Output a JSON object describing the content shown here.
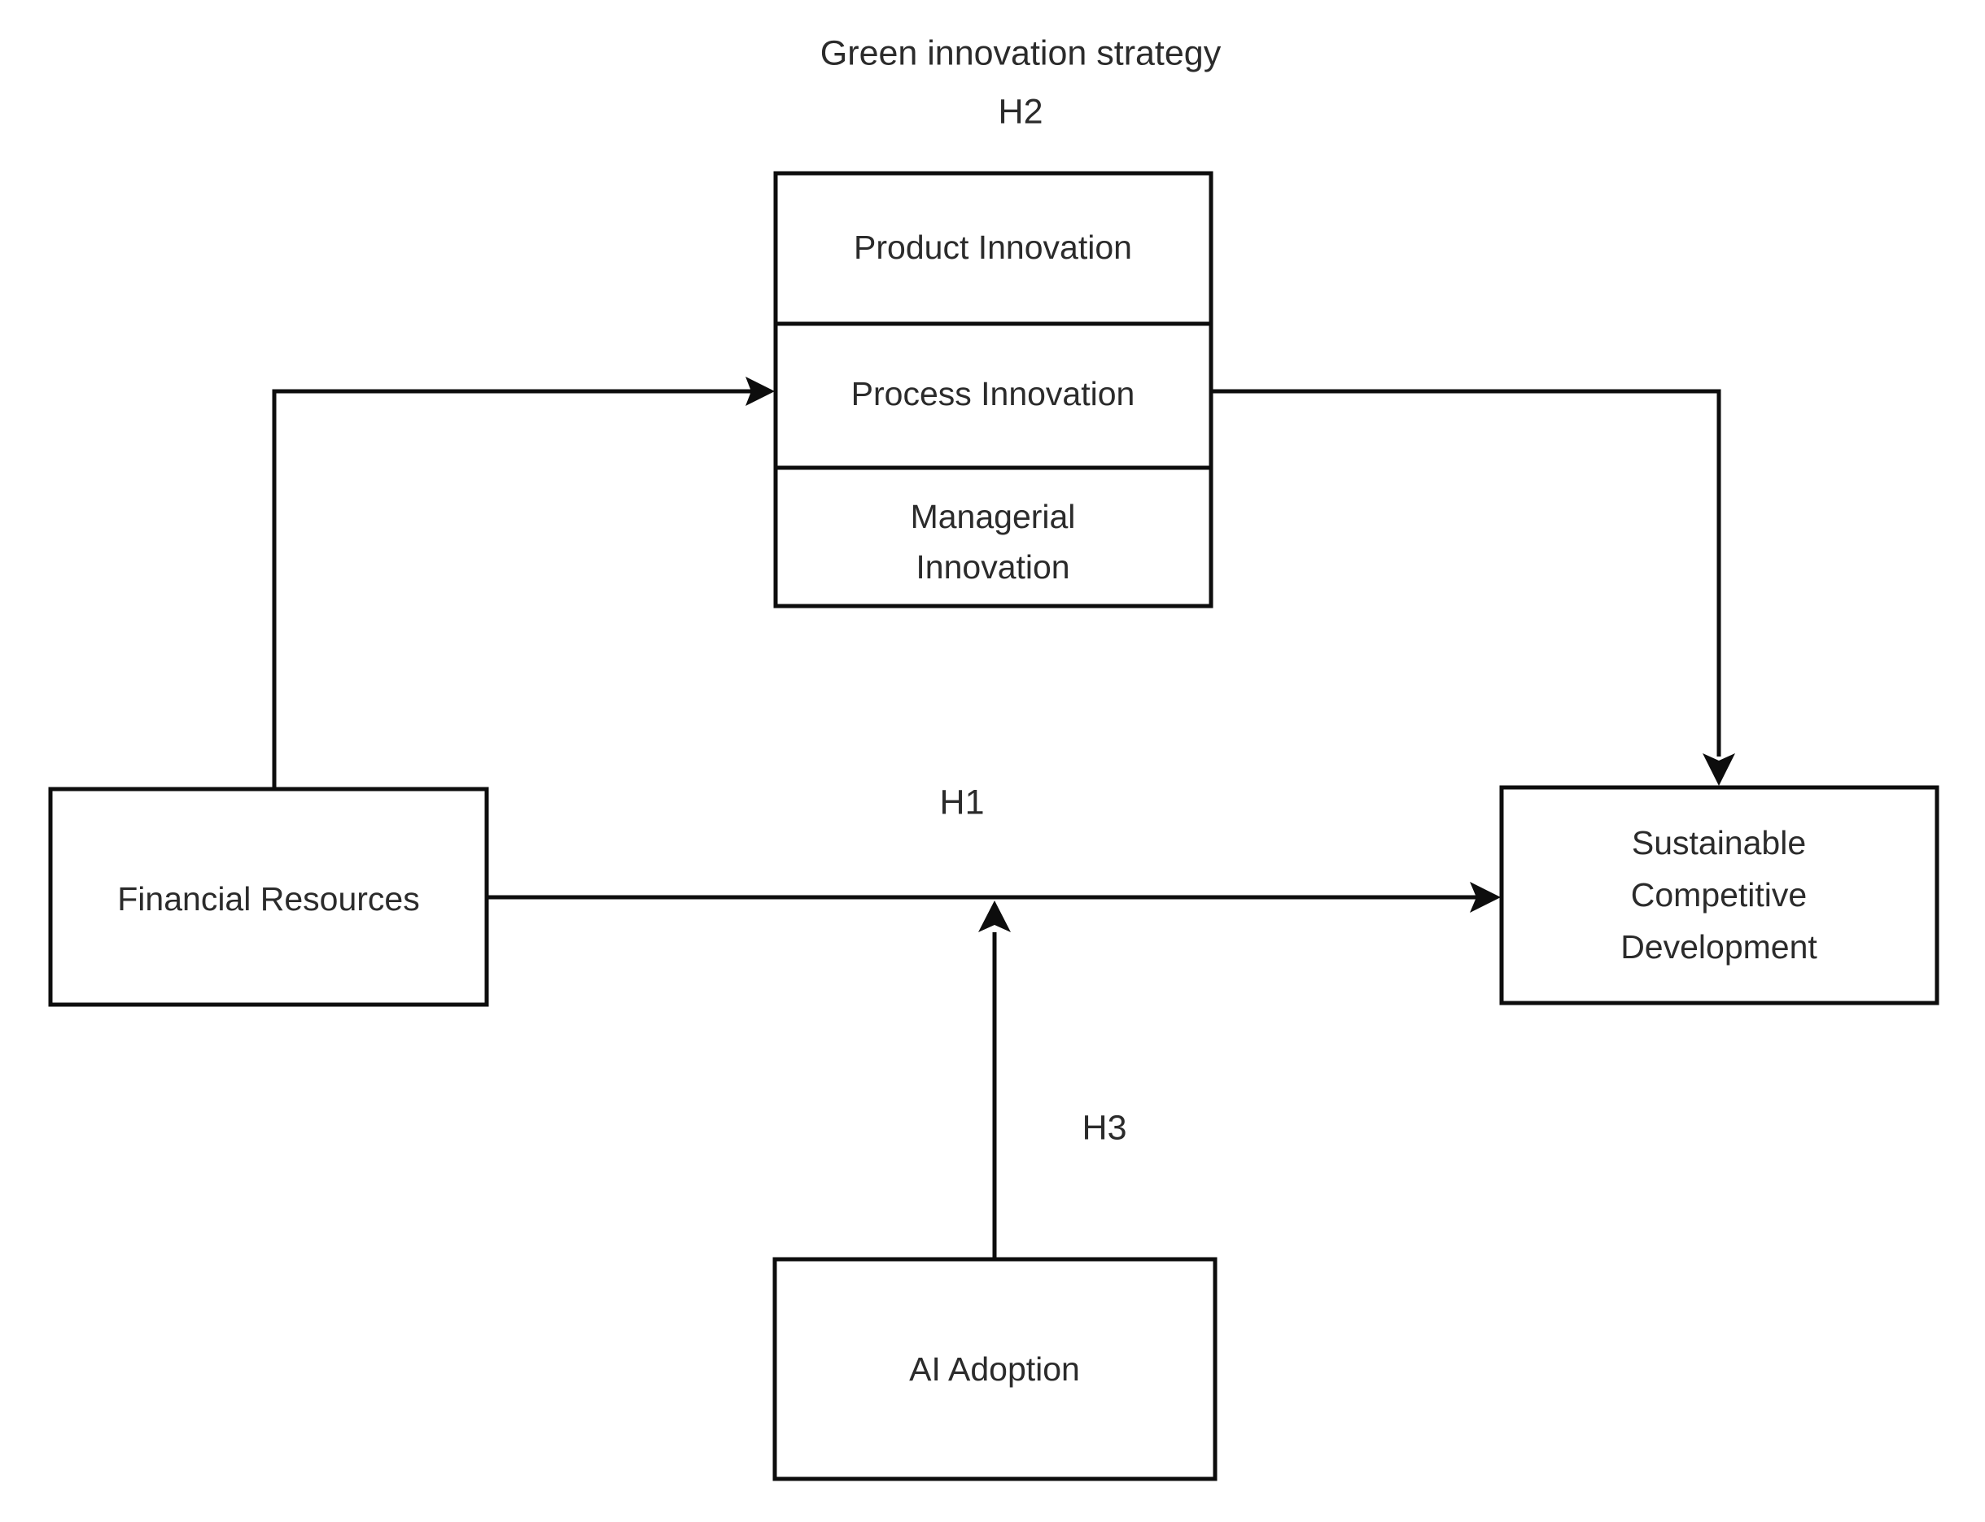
{
  "diagram": {
    "title_lines": {
      "line1": "Green innovation strategy",
      "line2": "H2"
    },
    "nodes": {
      "innovation_group": {
        "name": "green-innovation-strategy-group",
        "cells": [
          {
            "label": "Product Innovation"
          },
          {
            "label": "Process Innovation"
          },
          {
            "label_line1": "Managerial",
            "label_line2": "Innovation"
          }
        ]
      },
      "financial_resources": {
        "label": "Financial Resources"
      },
      "sustainable_competitive_development": {
        "line1": "Sustainable",
        "line2": "Competitive",
        "line3": "Development"
      },
      "ai_adoption": {
        "label": "AI Adoption"
      }
    },
    "hypotheses": {
      "h1": "H1",
      "h2": "H2",
      "h3": "H3"
    },
    "colors": {
      "stroke": "#0d0d0d",
      "text": "#2b2b2b",
      "background": "#ffffff",
      "node_fill": "#ffffff"
    },
    "edges": [
      {
        "name": "financial-to-process-innovation",
        "from": "Financial Resources",
        "to": "Process Innovation",
        "hypothesis": "H2"
      },
      {
        "name": "process-innovation-to-sustainable",
        "from": "Process Innovation",
        "to": "Sustainable Competitive Development",
        "hypothesis": "H2"
      },
      {
        "name": "financial-to-sustainable",
        "from": "Financial Resources",
        "to": "Sustainable Competitive Development",
        "hypothesis": "H1"
      },
      {
        "name": "ai-adoption-to-h1-path",
        "from": "AI Adoption",
        "to": "H1 path",
        "hypothesis": "H3"
      }
    ]
  }
}
